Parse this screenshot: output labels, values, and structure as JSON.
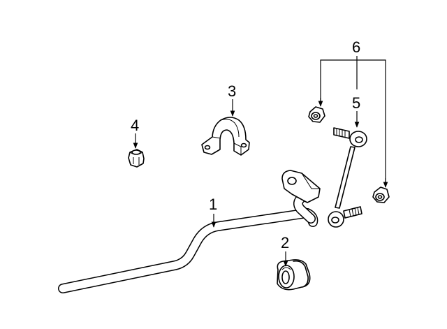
{
  "diagram": {
    "callouts": [
      {
        "id": "1",
        "label": "1"
      },
      {
        "id": "2",
        "label": "2"
      },
      {
        "id": "3",
        "label": "3"
      },
      {
        "id": "4",
        "label": "4"
      },
      {
        "id": "5",
        "label": "5"
      },
      {
        "id": "6",
        "label": "6"
      }
    ],
    "line_color": "#000000",
    "background": "#ffffff"
  }
}
